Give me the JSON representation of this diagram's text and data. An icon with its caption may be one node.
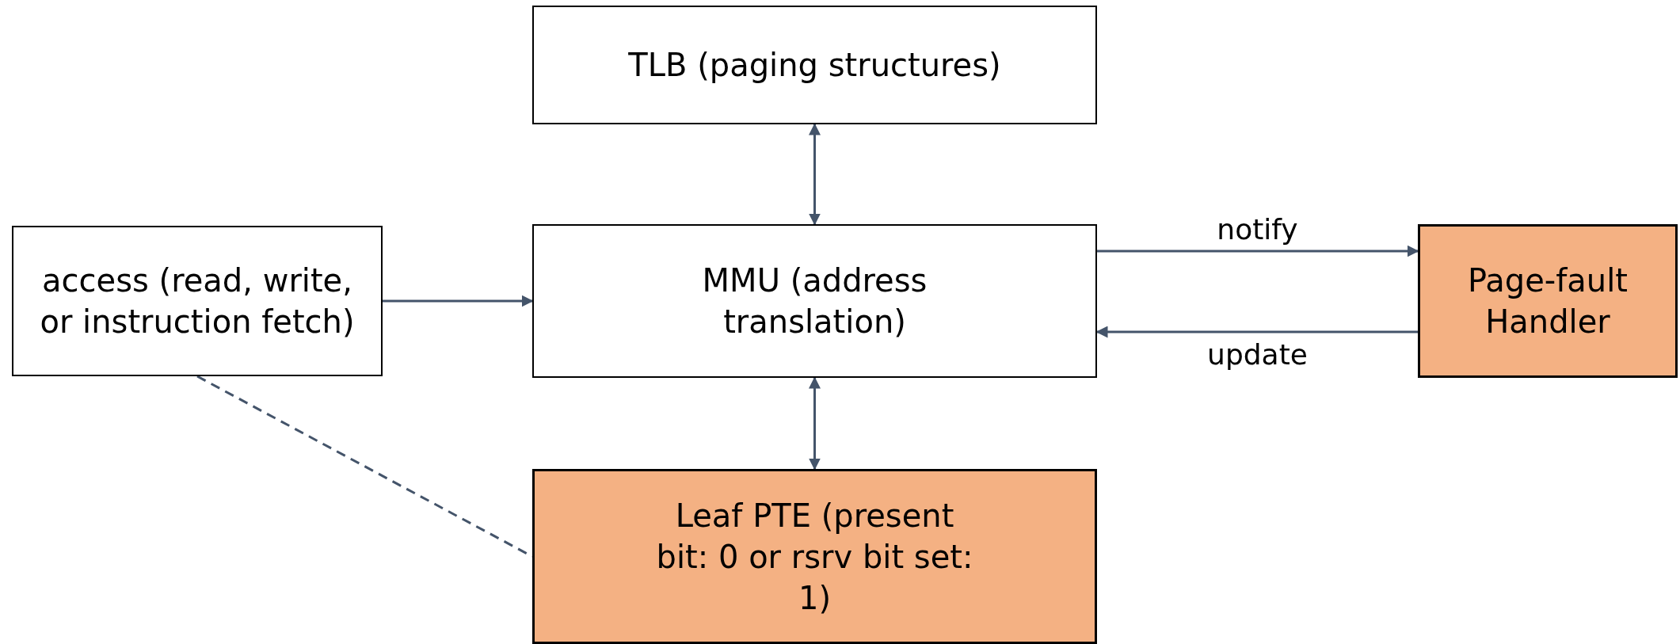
{
  "diagram": {
    "nodes": [
      {
        "text": [
          "TLB (paging structures)"
        ]
      },
      {
        "text": [
          "access (read, write, or instruction fetch)"
        ]
      },
      {
        "text": [
          "MMU (address translation)"
        ]
      },
      {
        "text": [
          "Page-fault Handler"
        ]
      },
      {
        "text": [
          "Leaf PTE (present bit: 0 or rsrv bit set: 1)"
        ]
      }
    ],
    "edges": [
      {
        "from": 2,
        "to": 0,
        "arrow": "both"
      },
      {
        "from": 1,
        "to": 2,
        "arrow": "to"
      },
      {
        "from": 2,
        "to": 3,
        "arrow": "to",
        "label": "notify"
      },
      {
        "from": 3,
        "to": 2,
        "arrow": "to",
        "label": "update"
      },
      {
        "from": 2,
        "to": 4,
        "arrow": "both"
      },
      {
        "from": 1,
        "to": 4,
        "arrow": "none",
        "style": "dashed"
      }
    ]
  }
}
